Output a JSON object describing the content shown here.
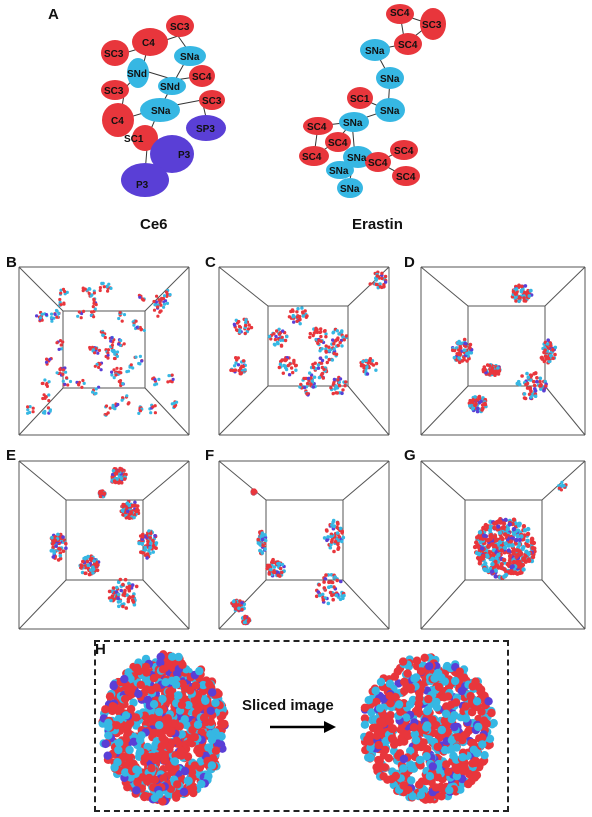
{
  "panels": {
    "A": "A",
    "B": "B",
    "C": "C",
    "D": "D",
    "E": "E",
    "F": "F",
    "G": "G",
    "H": "H"
  },
  "molecules": {
    "ce6": {
      "title": "Ce6",
      "beads": [
        "SC3",
        "C4",
        "SC3",
        "SNa",
        "SNd",
        "SC3",
        "SNd",
        "SC4",
        "C4",
        "SNa",
        "SC3",
        "SP3",
        "SC1",
        "P3",
        "P3"
      ]
    },
    "erastin": {
      "title": "Erastin",
      "beads": [
        "SC4",
        "SC3",
        "SC4",
        "SNa",
        "SNa",
        "SC1",
        "SNa",
        "SC4",
        "SNa",
        "SC4",
        "SC4",
        "SNa",
        "SC4",
        "SC4",
        "SNa",
        "SC4",
        "SNa"
      ]
    }
  },
  "slice": {
    "label": "Sliced image"
  },
  "colors": {
    "red": "#e8363c",
    "cyan": "#36b7e3",
    "purple": "#5a3fd6",
    "box_line": "#555555"
  }
}
